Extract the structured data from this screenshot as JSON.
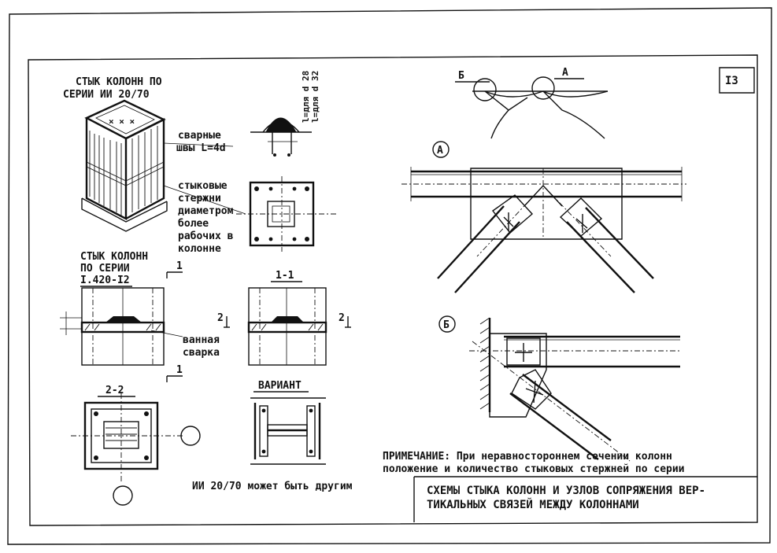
{
  "sheet_number": "I3",
  "iso_view": {
    "title_line1": "СТЫК  КОЛОНН ПО",
    "title_line2": "СЕРИИ  ИИ 20/70",
    "weld_note": [
      "сварные",
      "швы L=4d"
    ],
    "bars_note": [
      "стыковые",
      "стержни",
      "диаметром",
      "более",
      "рабочих в",
      "колонне"
    ]
  },
  "weld_detail": {
    "label_line1": "l=для d 28",
    "label_line2": "l=для d 32"
  },
  "series_joint": {
    "title_line1": "СТЫК КОЛОНН",
    "title_line2": "ПО СЕРИИ",
    "title_line3": "I.420-I2",
    "bath_weld": [
      "ванная",
      "сварка"
    ]
  },
  "section_marks": {
    "s1_top": "1",
    "s1_bottom": "1",
    "s11": "1-1",
    "s2_left": "2",
    "s2_right": "2",
    "s22": "2-2",
    "variant": "ВАРИАНТ"
  },
  "bracing": {
    "callout_b": "Б",
    "callout_a": "А",
    "detail_a": "А",
    "detail_b": "Б"
  },
  "note": {
    "line1": "ПРИМЕЧАНИЕ:  При неравностороннем сечении колонн",
    "line2": "положение и количество стыковых стержней по серии",
    "line3": "ИИ 20/70 может быть другим"
  },
  "title_block": {
    "line1": "СХЕМЫ СТЫКА КОЛОНН И УЗЛОВ СОПРЯЖЕНИЯ ВЕР-",
    "line2": "ТИКАЛЬНЫХ СВЯЗЕЙ МЕЖДУ КОЛОННАМИ"
  }
}
